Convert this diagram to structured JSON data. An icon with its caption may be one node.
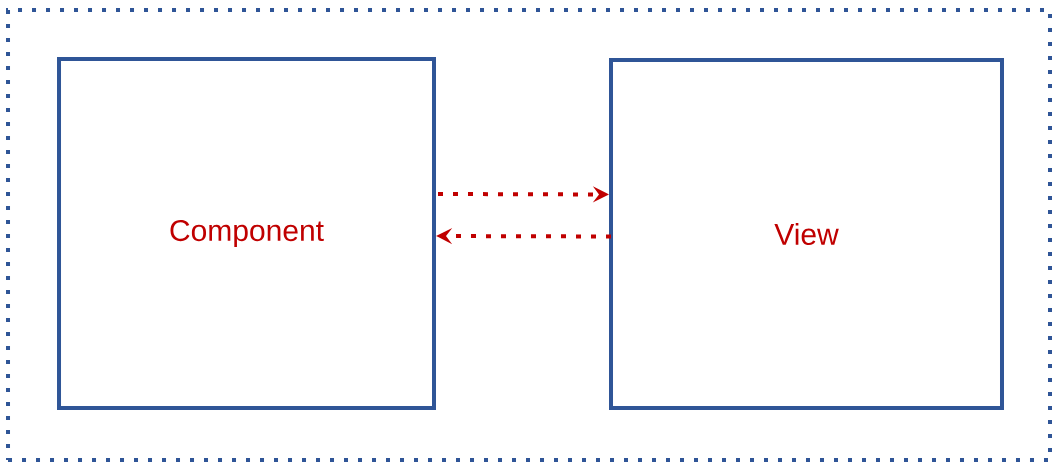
{
  "diagram": {
    "nodes": [
      {
        "text": [],
        "shape": "box"
      },
      {
        "text": [
          "Component"
        ],
        "in": 0
      },
      {
        "text": [
          "View"
        ],
        "in": 0
      }
    ],
    "edges": [
      {
        "from": 1,
        "to": 2,
        "arrow": "to"
      },
      {
        "from": 2,
        "to": 1,
        "arrow": "to"
      }
    ]
  }
}
